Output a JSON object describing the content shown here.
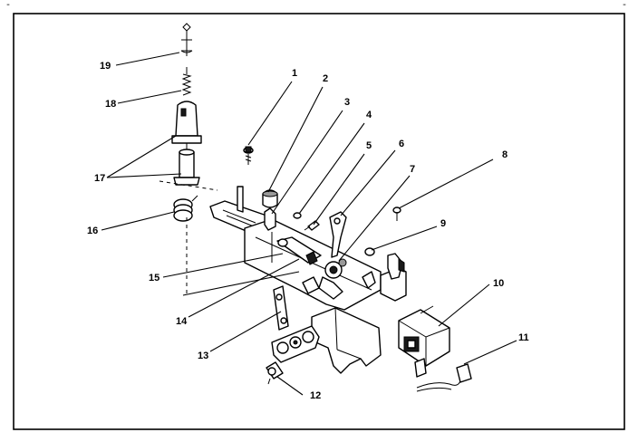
{
  "callouts": {
    "c1": "1",
    "c2": "2",
    "c3": "3",
    "c4": "4",
    "c5": "5",
    "c6": "6",
    "c7": "7",
    "c8": "8",
    "c9": "9",
    "c10": "10",
    "c11": "11",
    "c12": "12",
    "c13": "13",
    "c14": "14",
    "c15": "15",
    "c16": "16",
    "c17": "17",
    "c18": "18",
    "c19": "19"
  },
  "corner_marks": {
    "left": "-",
    "right": "-"
  }
}
